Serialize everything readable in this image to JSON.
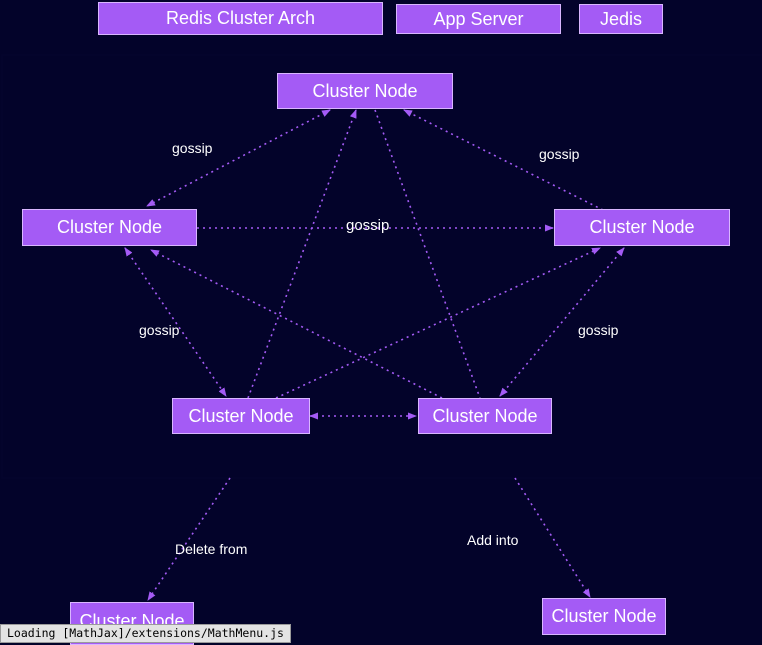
{
  "header": {
    "title": "Redis Cluster Arch",
    "app_server": "App Server",
    "client": "Jedis"
  },
  "nodes": {
    "top": "Cluster Node",
    "left": "Cluster Node",
    "right": "Cluster Node",
    "bottom_left": "Cluster Node",
    "bottom_right": "Cluster Node",
    "removed": "Cluster Node",
    "added": "Cluster Node"
  },
  "edge_labels": {
    "top_left": "gossip",
    "top_right": "gossip",
    "middle": "gossip",
    "lower_left": "gossip",
    "lower_right": "gossip",
    "delete": "Delete from",
    "add": "Add into"
  },
  "colors": {
    "background": "#03032a",
    "node_fill": "#a45bf5",
    "edge": "#a45bf5",
    "border": "#d9b6ff"
  },
  "status_bar": {
    "text": "Loading [MathJax]/extensions/MathMenu.js"
  }
}
